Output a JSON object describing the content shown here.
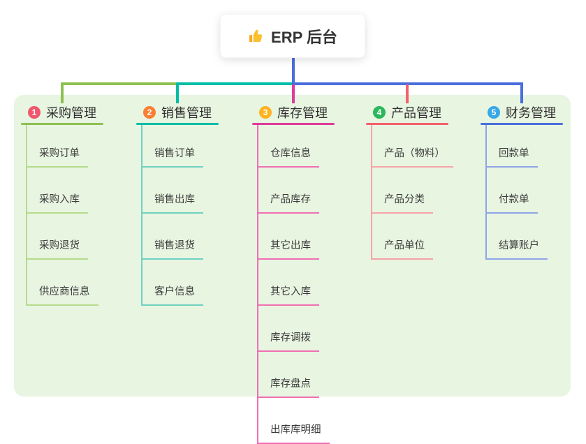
{
  "root": {
    "title": "ERP 后台",
    "icon": "thumbs-up-icon"
  },
  "branches": [
    {
      "num": "1",
      "label": "采购管理",
      "badge_color": "#F0566C",
      "line_color": "#8CC152",
      "child_line_color": "#B5DB8B",
      "children": [
        "采购订单",
        "采购入库",
        "采购退货",
        "供应商信息"
      ]
    },
    {
      "num": "2",
      "label": "销售管理",
      "badge_color": "#FB7E32",
      "line_color": "#00BDA5",
      "child_line_color": "#6FD1C0",
      "children": [
        "销售订单",
        "销售出库",
        "销售退货",
        "客户信息"
      ]
    },
    {
      "num": "3",
      "label": "库存管理",
      "badge_color": "#FFB320",
      "line_color": "#DE3C9B",
      "child_line_color": "#F06EB2",
      "children": [
        "仓库信息",
        "产品库存",
        "其它出库",
        "其它入库",
        "库存调拨",
        "库存盘点",
        "出库库明细"
      ]
    },
    {
      "num": "4",
      "label": "产品管理",
      "badge_color": "#2CB75D",
      "line_color": "#F4606C",
      "child_line_color": "#F8A3A9",
      "children": [
        "产品（物料）",
        "产品分类",
        "产品单位"
      ]
    },
    {
      "num": "5",
      "label": "财务管理",
      "badge_color": "#38A8E8",
      "line_color": "#4A6FDC",
      "child_line_color": "#8FA4E6",
      "children": [
        "回款单",
        "付款单",
        "结算账户"
      ]
    }
  ],
  "colors": {
    "panel_bg": "#E8F5E1",
    "root_line": "#4A6FDC",
    "text": "#333333"
  }
}
